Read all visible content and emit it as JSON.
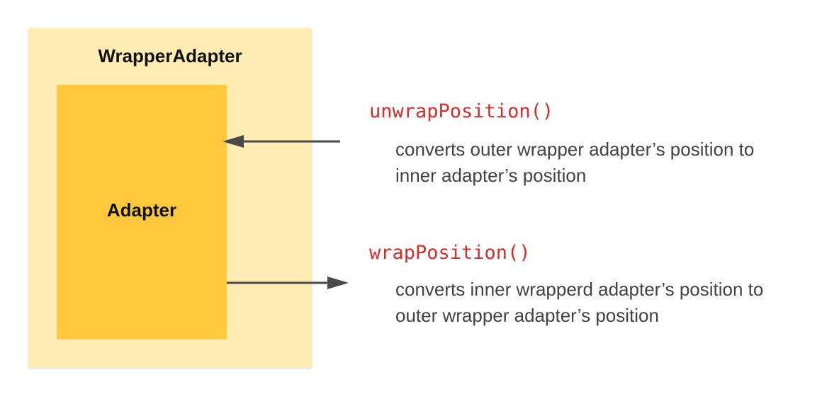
{
  "colors": {
    "outer_fill": "#FFECB3",
    "inner_fill": "#FFC83D",
    "function_name": "#D32F2F",
    "arrow": "#4A4A4A",
    "description": "#424242"
  },
  "outer_box": {
    "label": "WrapperAdapter"
  },
  "inner_box": {
    "label": "Adapter"
  },
  "methods": [
    {
      "name": "unwrapPosition()",
      "description_lines": [
        "converts outer wrapper adapter’s position to",
        "inner adapter’s position"
      ],
      "arrow_direction": "left"
    },
    {
      "name": "wrapPosition()",
      "description_lines": [
        "converts inner wrapperd adapter’s position to",
        "outer wrapper adapter’s position"
      ],
      "arrow_direction": "right"
    }
  ]
}
